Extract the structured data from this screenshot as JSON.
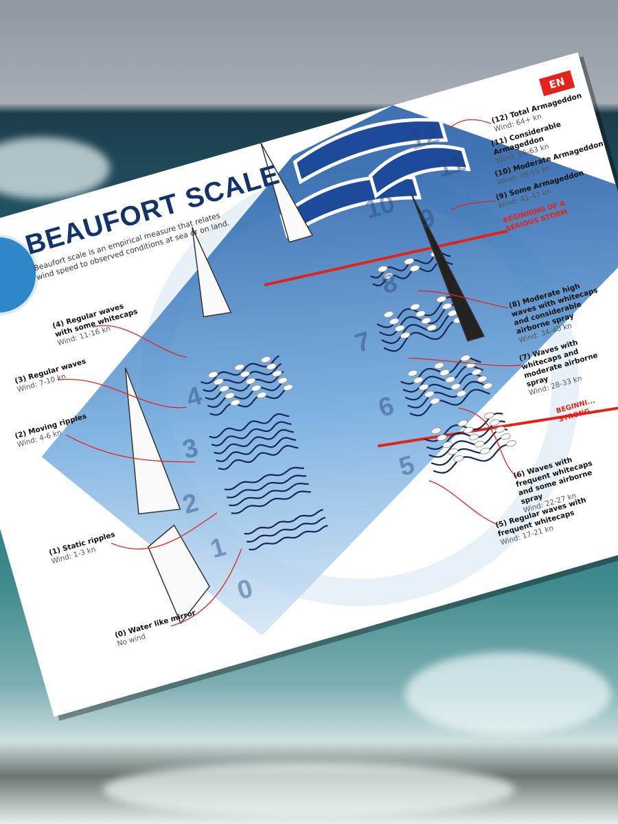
{
  "poster": {
    "title": "BEAUFORT SCALE",
    "subtitle": "Beaufort scale is an empirical measure that relates wind speed to observed conditions at sea or on land.",
    "language_badge": "EN",
    "colors": {
      "navy": "#13336b",
      "accent_red": "#e2231a",
      "funnel_blue": "#3d85c6"
    },
    "levels": [
      {
        "n": "0",
        "label": "(0) Water like mirror",
        "wind": "No wind"
      },
      {
        "n": "1",
        "label": "(1) Static ripples",
        "wind": "Wind: 1-3 kn"
      },
      {
        "n": "2",
        "label": "(2) Moving ripples",
        "wind": "Wind: 4-6 kn"
      },
      {
        "n": "3",
        "label": "(3) Regular waves",
        "wind": "Wind: 7-10 kn"
      },
      {
        "n": "4",
        "label": "(4) Regular waves with some whitecaps",
        "wind": "Wind: 11-16 kn"
      },
      {
        "n": "5",
        "label": "(5) Regular waves with frequent whitecaps",
        "wind": "Wind: 17-21 kn"
      },
      {
        "n": "6",
        "label": "(6) Waves with frequent whitecaps and some airborne spray",
        "wind": "Wind: 22-27 kn"
      },
      {
        "n": "7",
        "label": "(7) Waves with whitecaps and moderate airborne spray",
        "wind": "Wind: 28-33 kn"
      },
      {
        "n": "8",
        "label": "(8) Moderate high waves with whitecaps and considerable airborne spray",
        "wind": "Wind: 34-40 kn"
      },
      {
        "n": "9",
        "label": "(9) Some Armageddon",
        "wind": "Wind: 41-47 kn"
      },
      {
        "n": "10",
        "label": "(10) Moderate Armageddon",
        "wind": "Wind: 48-55 kn"
      },
      {
        "n": "11",
        "label": "(11) Considerable Armageddon",
        "wind": "Wind: 56-63 kn"
      },
      {
        "n": "12",
        "label": "(12) Total Armageddon",
        "wind": "Wind: 64+ kn"
      }
    ],
    "thresholds": {
      "storm": "BEGINNING OF A SERIOUS STORM",
      "strong": "BEGINNI... STRONG..."
    }
  }
}
